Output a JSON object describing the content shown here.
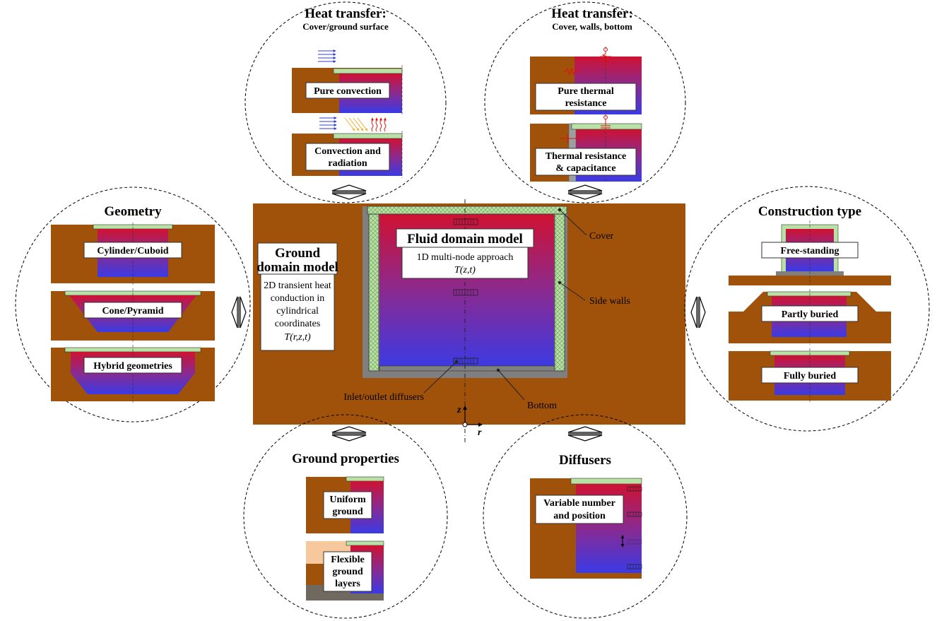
{
  "colors": {
    "ground": "#a0520a",
    "cover_green": "#b9e1a5",
    "hot": "#cf1232",
    "cold": "#3a3ae6",
    "concrete": "#7f7f7f",
    "light_ground": "#f7c89b",
    "dark_ground": "#6f6960",
    "convection_blue": "#3040d0",
    "radiation_yellow": "#f0b030",
    "radiation_red": "#e01010"
  },
  "central": {
    "ground_model_title_line1": "Ground",
    "ground_model_title_line2": "domain model",
    "ground_model_desc": [
      "2D transient heat",
      "conduction in",
      "cylindrical",
      "coordinates"
    ],
    "ground_model_formula": "T(r,z,t)",
    "fluid_model_title": "Fluid domain model",
    "fluid_model_desc": "1D multi-node approach",
    "fluid_model_formula": "T(z,t)",
    "label_cover": "Cover",
    "label_side_walls": "Side walls",
    "label_inlet_outlet": "Inlet/outlet diffusers",
    "label_bottom": "Bottom",
    "axis_z": "z",
    "axis_r": "r"
  },
  "heat_transfer_top": {
    "title": "Heat transfer:",
    "subtitle": "Cover/ground surface",
    "panel1_label": "Pure convection",
    "panel2_label_line1": "Convection and",
    "panel2_label_line2": "radiation"
  },
  "heat_transfer_walls": {
    "title": "Heat transfer:",
    "subtitle": "Cover, walls, bottom",
    "panel1_label_line1": "Pure thermal",
    "panel1_label_line2": "resistance",
    "panel2_label_line1": "Thermal resistance",
    "panel2_label_line2": "& capacitance"
  },
  "geometry": {
    "title": "Geometry",
    "panel1_label": "Cylinder/Cuboid",
    "panel2_label": "Cone/Pyramid",
    "panel3_label": "Hybrid geometries"
  },
  "construction_type": {
    "title": "Construction type",
    "panel1_label": "Free-standing",
    "panel2_label": "Partly buried",
    "panel3_label": "Fully buried"
  },
  "ground_properties": {
    "title": "Ground properties",
    "panel1_label_line1": "Uniform",
    "panel1_label_line2": "ground",
    "panel2_label_line1": "Flexible",
    "panel2_label_line2": "ground",
    "panel2_label_line3": "layers"
  },
  "diffusers": {
    "title": "Diffusers",
    "panel_label_line1": "Variable number",
    "panel_label_line2": "and position"
  }
}
